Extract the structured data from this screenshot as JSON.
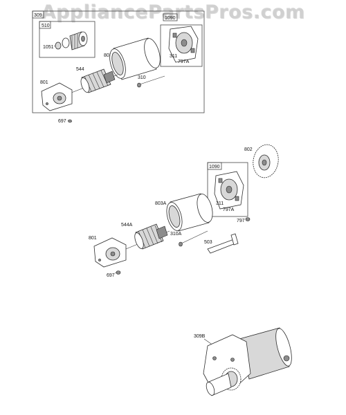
{
  "watermark": "AppliancePartsPros.com",
  "colors": {
    "line": "#2a2a2a",
    "shade": "#d8d8d8",
    "watermark": "#cdcdcd"
  },
  "diagram": {
    "assembly_a": {
      "box_label": "309",
      "labels": {
        "p510": "510",
        "p1051": "1051",
        "p544": "544",
        "p803": "803",
        "p1090": "1090",
        "p311": "311",
        "p797a": "797A",
        "p310": "310",
        "p801": "801",
        "p697": "697"
      }
    },
    "assembly_b": {
      "labels": {
        "p802": "802",
        "p1090": "1090",
        "p311": "311",
        "p797a": "797A",
        "p797": "797",
        "p803a": "803A",
        "p544a": "544A",
        "p310a": "310A",
        "p503": "503",
        "p801": "801",
        "p697": "697"
      }
    },
    "assembly_c": {
      "labels": {
        "p309b": "309B"
      }
    }
  }
}
